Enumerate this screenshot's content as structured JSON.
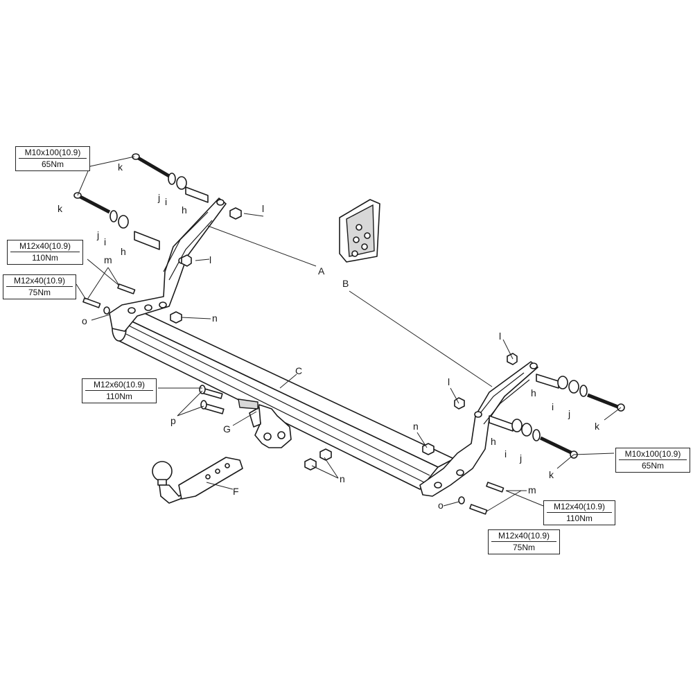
{
  "specs": {
    "k_left": {
      "size": "M10x100(10.9)",
      "torque": "65Nm"
    },
    "m_left_upper": {
      "size": "M12x40(10.9)",
      "torque": "110Nm"
    },
    "m_left_lower": {
      "size": "M12x40(10.9)",
      "torque": "75Nm"
    },
    "p_center": {
      "size": "M12x60(10.9)",
      "torque": "110Nm"
    },
    "k_right": {
      "size": "M10x100(10.9)",
      "torque": "65Nm"
    },
    "m_right_upper": {
      "size": "M12x40(10.9)",
      "torque": "110Nm"
    },
    "m_right_lower": {
      "size": "M12x40(10.9)",
      "torque": "75Nm"
    }
  },
  "parts": {
    "A": "A",
    "B": "B",
    "C": "C",
    "F": "F",
    "G": "G",
    "h": "h",
    "i": "i",
    "j": "j",
    "k": "k",
    "l": "l",
    "m": "m",
    "n": "n",
    "o": "o",
    "p": "p"
  }
}
